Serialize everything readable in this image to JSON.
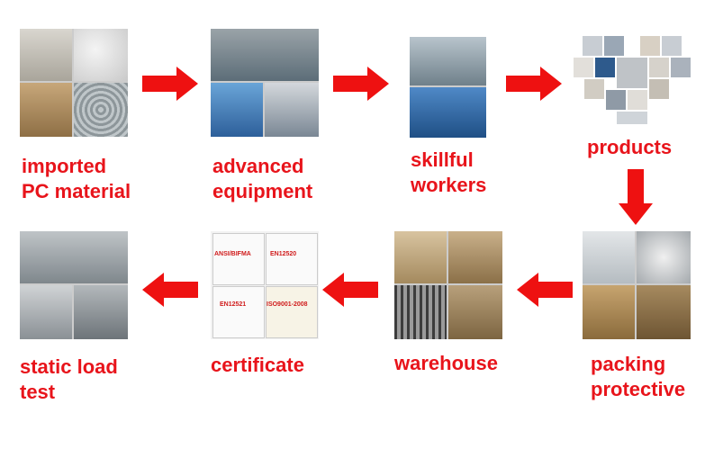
{
  "steps": [
    {
      "label_lines": [
        "imported",
        "PC material"
      ]
    },
    {
      "label_lines": [
        "advanced",
        "equipment"
      ]
    },
    {
      "label_lines": [
        "skillful",
        "workers"
      ]
    },
    {
      "label_lines": [
        "products"
      ]
    },
    {
      "label_lines": [
        "packing",
        "protective"
      ]
    },
    {
      "label_lines": [
        "warehouse"
      ]
    },
    {
      "label_lines": [
        "certificate"
      ]
    },
    {
      "label_lines": [
        "static load",
        "test"
      ]
    }
  ],
  "certificate_labels": [
    "ANSI/BIFMA",
    "EN12520",
    "EN12521",
    "ISO9001-2008"
  ],
  "colors": {
    "text": "#e8141b",
    "arrow": "#ee1111"
  },
  "icons": [
    "arrow-right-icon",
    "arrow-down-icon",
    "arrow-left-icon"
  ]
}
